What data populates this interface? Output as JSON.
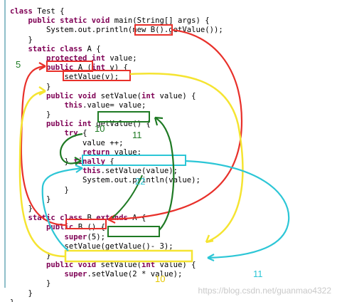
{
  "code_lines": [
    [
      {
        "t": "class",
        "k": 1
      },
      {
        "t": " Test {"
      }
    ],
    [
      {
        "t": "    "
      },
      {
        "t": "public static void",
        "k": 1
      },
      {
        "t": " main(String[] args) {"
      }
    ],
    [
      {
        "t": "        System.out.println(new B().getValue());"
      }
    ],
    [
      {
        "t": "    }"
      }
    ],
    [
      {
        "t": "    "
      },
      {
        "t": "static class",
        "k": 1
      },
      {
        "t": " A {"
      }
    ],
    [
      {
        "t": "        "
      },
      {
        "t": "protected int",
        "k": 1
      },
      {
        "t": " value;"
      }
    ],
    [
      {
        "t": "        "
      },
      {
        "t": "public",
        "k": 1
      },
      {
        "t": " A ("
      },
      {
        "t": "int",
        "k": 1
      },
      {
        "t": " v) {"
      }
    ],
    [
      {
        "t": "            setValue(v);"
      }
    ],
    [
      {
        "t": "        }"
      }
    ],
    [
      {
        "t": "        "
      },
      {
        "t": "public void",
        "k": 1
      },
      {
        "t": " setValue("
      },
      {
        "t": "int",
        "k": 1
      },
      {
        "t": " value) {"
      }
    ],
    [
      {
        "t": "            "
      },
      {
        "t": "this",
        "k": 1
      },
      {
        "t": ".value= value;"
      }
    ],
    [
      {
        "t": "        }"
      }
    ],
    [
      {
        "t": "        "
      },
      {
        "t": "public int",
        "k": 1
      },
      {
        "t": " getValue() {"
      }
    ],
    [
      {
        "t": "            "
      },
      {
        "t": "try",
        "k": 1
      },
      {
        "t": " {"
      }
    ],
    [
      {
        "t": "                value ++;"
      }
    ],
    [
      {
        "t": "                "
      },
      {
        "t": "return",
        "k": 1
      },
      {
        "t": " value;"
      }
    ],
    [
      {
        "t": "            } "
      },
      {
        "t": "finally",
        "k": 1
      },
      {
        "t": " {"
      }
    ],
    [
      {
        "t": "                "
      },
      {
        "t": "this",
        "k": 1
      },
      {
        "t": ".setValue(value);"
      }
    ],
    [
      {
        "t": "                System.out.println(value);"
      }
    ],
    [
      {
        "t": "            }"
      }
    ],
    [
      {
        "t": "        }"
      }
    ],
    [
      {
        "t": "    }"
      }
    ],
    [
      {
        "t": "    "
      },
      {
        "t": "static class",
        "k": 1
      },
      {
        "t": " B "
      },
      {
        "t": "extends",
        "k": 1
      },
      {
        "t": " A {"
      }
    ],
    [
      {
        "t": "        "
      },
      {
        "t": "public",
        "k": 1
      },
      {
        "t": " B () {"
      }
    ],
    [
      {
        "t": "            "
      },
      {
        "t": "super",
        "k": 1
      },
      {
        "t": "(5);"
      }
    ],
    [
      {
        "t": "            setValue(getValue()- 3);"
      }
    ],
    [
      {
        "t": "        }"
      }
    ],
    [
      {
        "t": "        "
      },
      {
        "t": "public void",
        "k": 1
      },
      {
        "t": " setValue("
      },
      {
        "t": "int",
        "k": 1
      },
      {
        "t": " value) {"
      }
    ],
    [
      {
        "t": "            "
      },
      {
        "t": "super",
        "k": 1
      },
      {
        "t": ".setValue(2 * value);"
      }
    ],
    [
      {
        "t": "        }"
      }
    ],
    [
      {
        "t": "    }"
      }
    ],
    [
      {
        "t": "}"
      }
    ]
  ],
  "annotations": {
    "n5": "5",
    "n10_green": "10",
    "n11_green": "11",
    "n22": "22",
    "n10_yellow": "10",
    "n11_cyan": "11"
  },
  "watermark": "https://blog.csdn.net/guanmao4322",
  "colors": {
    "red": "#e8302a",
    "yellow": "#f5e431",
    "green": "#1f7a24",
    "cyan": "#2cc6d6",
    "keyword": "#7f0055"
  }
}
